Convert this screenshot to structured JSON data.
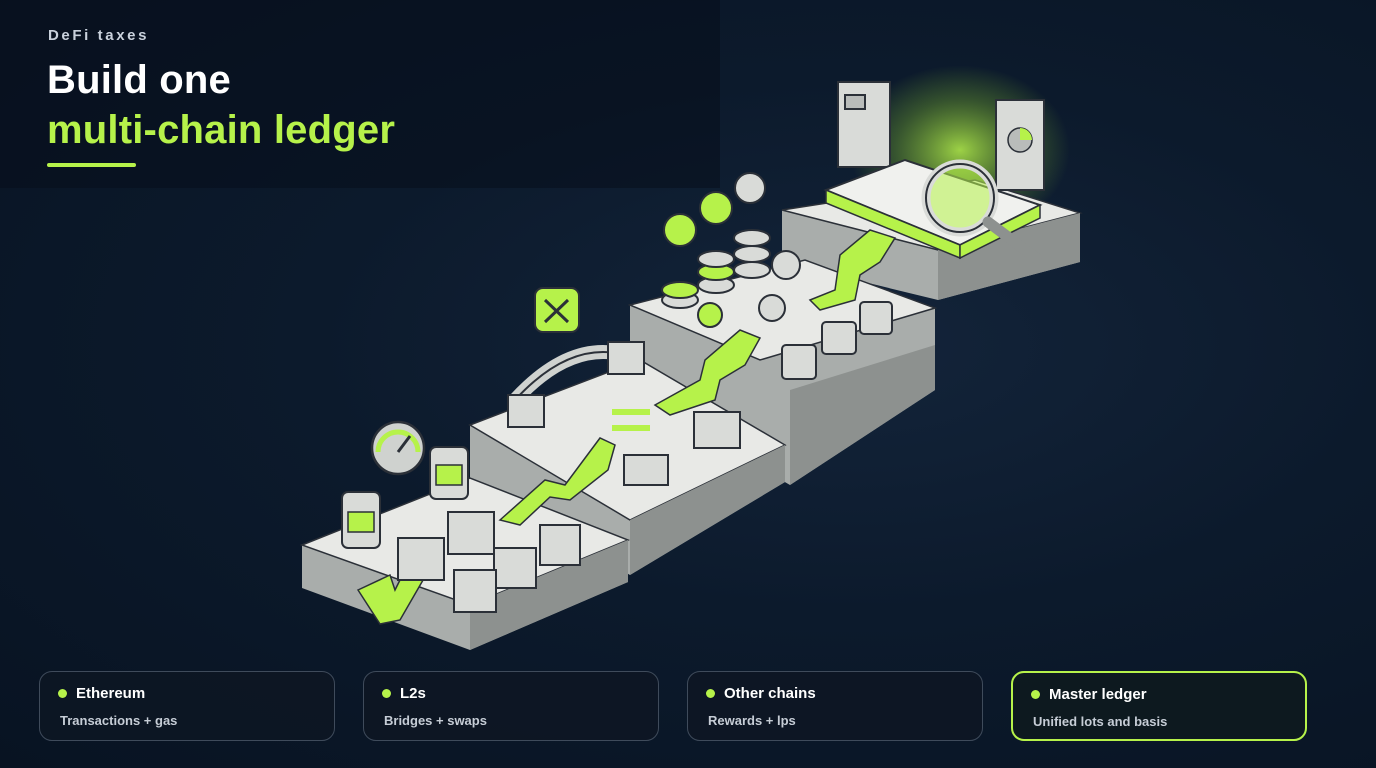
{
  "header": {
    "eyebrow": "DeFi taxes",
    "title_line1": "Build one",
    "title_line2": "multi-chain ledger"
  },
  "colors": {
    "accent": "#b6f24a",
    "background": "#0c1a2c",
    "card_border": "#3f4b5b",
    "block_top": "#e8e9e6",
    "block_side": "#a9adab"
  },
  "illustration": {
    "icons": [
      "fuel-can-icon",
      "gas-gauge-icon",
      "ethereum-cube-icon",
      "bridge-icon",
      "swap-arrows-icon",
      "coin-stack-icon",
      "wallet-icon",
      "open-ledger-book-icon",
      "magnifying-glass-icon",
      "document-icon",
      "pie-chart-icon"
    ]
  },
  "cards": [
    {
      "title": "Ethereum",
      "subtitle": "Transactions + gas",
      "active": false
    },
    {
      "title": "L2s",
      "subtitle": "Bridges + swaps",
      "active": false
    },
    {
      "title": "Other chains",
      "subtitle": "Rewards + lps",
      "active": false
    },
    {
      "title": "Master ledger",
      "subtitle": "Unified lots and basis",
      "active": true
    }
  ]
}
